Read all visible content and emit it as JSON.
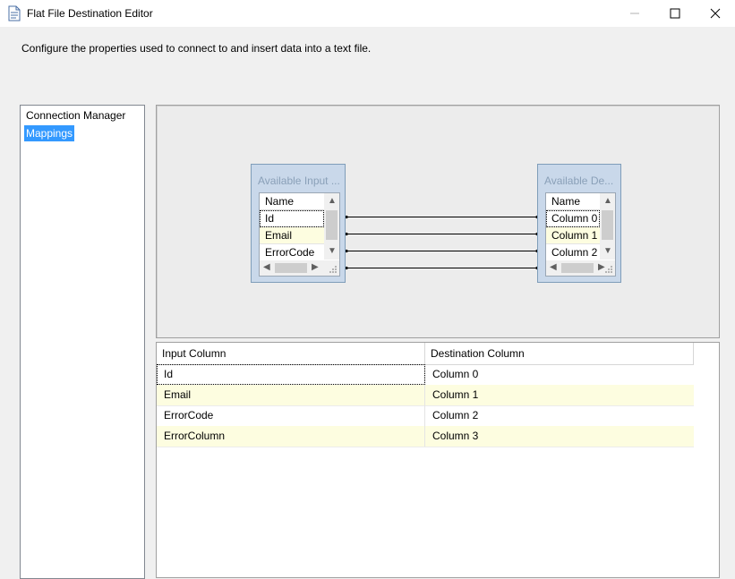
{
  "window": {
    "title": "Flat File Destination Editor",
    "minimize_glyph": "—",
    "icon": "document-icon"
  },
  "description": "Configure the properties used to connect to and insert data into a text file.",
  "pages": [
    {
      "label": "Connection Manager",
      "selected": false
    },
    {
      "label": "Mappings",
      "selected": true
    }
  ],
  "diagram": {
    "input_box": {
      "title": "Available Input ...",
      "header": "Name",
      "rows": [
        "Id",
        "Email",
        "ErrorCode"
      ]
    },
    "dest_box": {
      "title": "Available De...",
      "header": "Name",
      "rows": [
        "Column 0",
        "Column 1",
        "Column 2"
      ]
    },
    "mapping_lines": 4
  },
  "grid": {
    "headers": [
      "Input Column",
      "Destination Column"
    ],
    "rows": [
      {
        "input": "Id",
        "destination": "Column 0"
      },
      {
        "input": "Email",
        "destination": "Column 1"
      },
      {
        "input": "ErrorCode",
        "destination": "Column 2"
      },
      {
        "input": "ErrorColumn",
        "destination": "Column 3"
      }
    ]
  },
  "colors": {
    "selection": "#3399ff",
    "alt_row": "#fdfde0",
    "box_fill": "#c9d8ea"
  }
}
